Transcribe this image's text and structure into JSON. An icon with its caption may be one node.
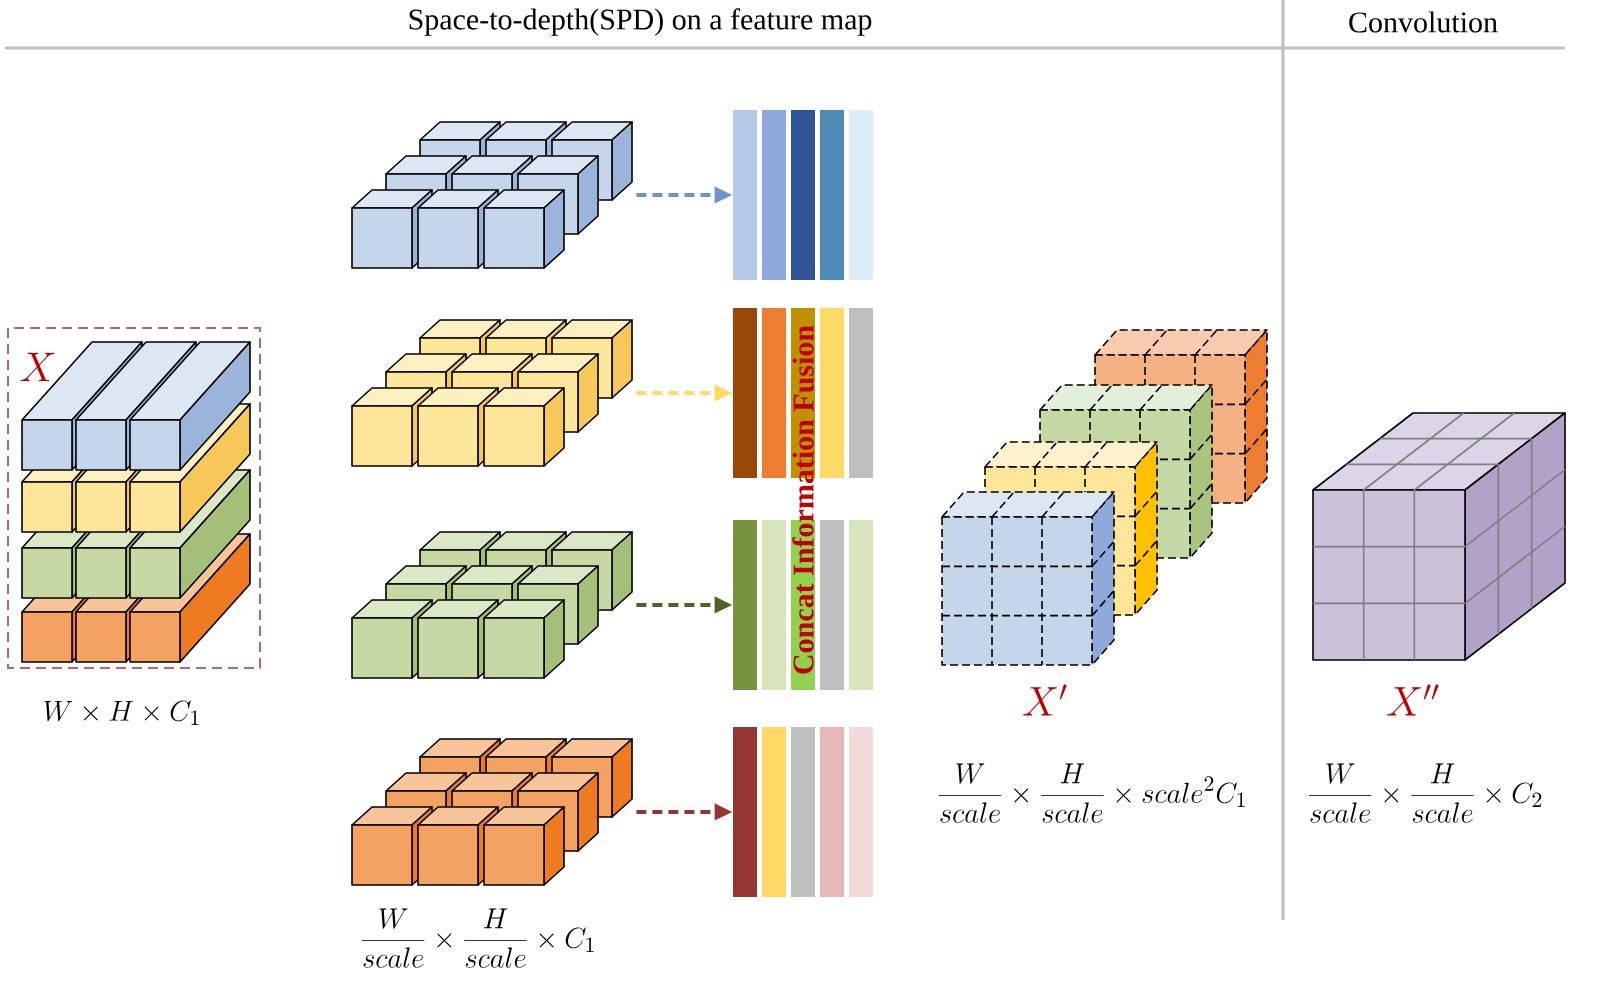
{
  "diagram": {
    "title": "Space-to-depth(SPD) on a feature map",
    "nodes": [
      {
        "text": [],
        "shape": "picture"
      },
      {
        "text": [],
        "shape": "picture"
      },
      {
        "text": [],
        "shape": "picture"
      },
      {
        "text": [],
        "shape": "picture"
      },
      {
        "text": [],
        "shape": "bar"
      },
      {
        "text": [],
        "shape": "bar"
      },
      {
        "text": [],
        "shape": "bar"
      },
      {
        "text": [],
        "shape": "bar"
      }
    ],
    "edges": [
      {
        "from": 0,
        "to": 4,
        "arrow": "to",
        "style": "dashed",
        "color": "#6f93c6"
      },
      {
        "from": 1,
        "to": 5,
        "arrow": "to",
        "style": "dashed",
        "color": "#ffd966"
      },
      {
        "from": 2,
        "to": 6,
        "arrow": "to",
        "style": "dashed",
        "color": "#4f6228"
      },
      {
        "from": 3,
        "to": 7,
        "arrow": "to",
        "style": "dashed",
        "color": "#943634"
      }
    ],
    "labels": [
      "Convolution",
      "X",
      "Concat",
      "Information Fusion",
      "W \\times H \\times C_1",
      "X'",
      "X''",
      "\\frac{W}{scale} \\times \\frac{H}{scale} \\times scale^2 C_1",
      "\\frac{W}{scale} \\times \\frac{H}{scale} \\times C_2",
      "\\frac{W}{scale} \\times \\frac{H}{scale} \\times C_1"
    ]
  }
}
